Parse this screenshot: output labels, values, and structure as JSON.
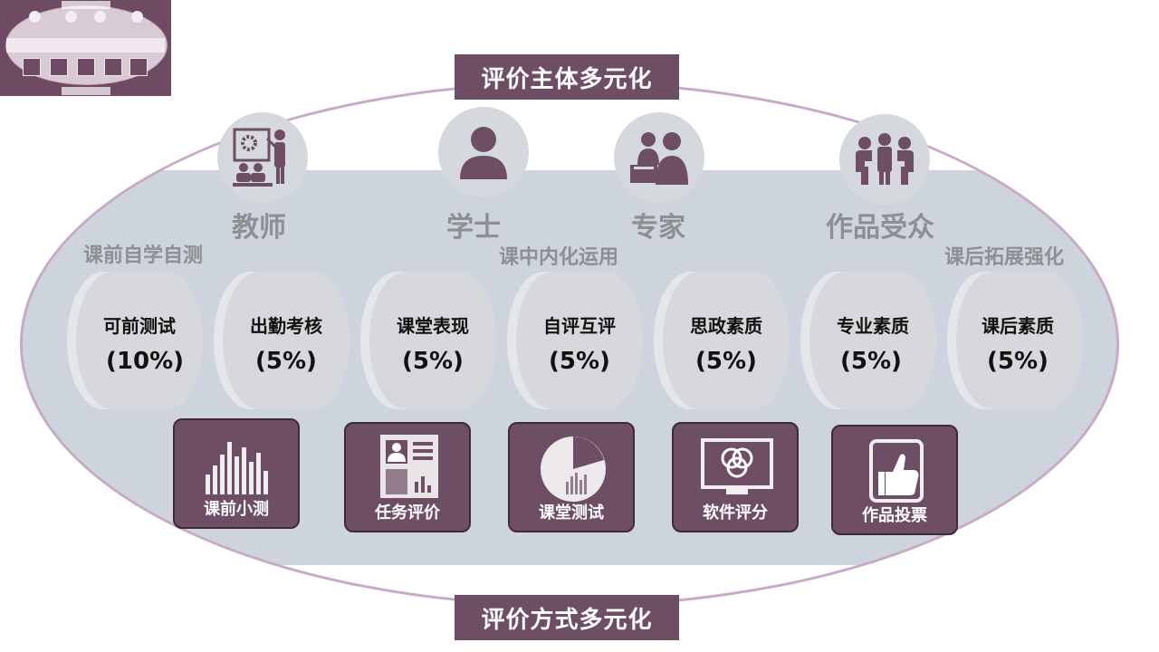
{
  "top_title": "评价主体多元化",
  "bottom_title": "评价方式多元化",
  "roles": [
    {
      "label": "教师",
      "icon": "teacher-icon"
    },
    {
      "label": "学士",
      "icon": "student-icon"
    },
    {
      "label": "专家",
      "icon": "expert-icon"
    },
    {
      "label": "作品受众",
      "icon": "audience-icon"
    }
  ],
  "stages": [
    "课前自学自测",
    "课中内化运用",
    "课后拓展强化"
  ],
  "items": [
    {
      "label": "可前测试",
      "pct": "(10%)"
    },
    {
      "label": "出勤考核",
      "pct": "(5%)"
    },
    {
      "label": "课堂表现",
      "pct": "(5%)"
    },
    {
      "label": "自评互评",
      "pct": "(5%)"
    },
    {
      "label": "思政素质",
      "pct": "(5%)"
    },
    {
      "label": "专业素质",
      "pct": "(5%)"
    },
    {
      "label": "课后素质",
      "pct": "(5%)"
    }
  ],
  "tools": [
    {
      "label": "课前小测",
      "icon": "bar-chart-icon"
    },
    {
      "label": "任务评价",
      "icon": "report-icon"
    },
    {
      "label": "课堂测试",
      "icon": "pie-chart-icon"
    },
    {
      "label": "软件评分",
      "icon": "monitor-icon"
    },
    {
      "label": "作品投票",
      "icon": "thumbs-up-icon"
    }
  ],
  "colors": {
    "accent": "#6e4e65",
    "band": "#cdd4de",
    "ring": "#c9aac6",
    "role_text": "#8e8e93"
  }
}
